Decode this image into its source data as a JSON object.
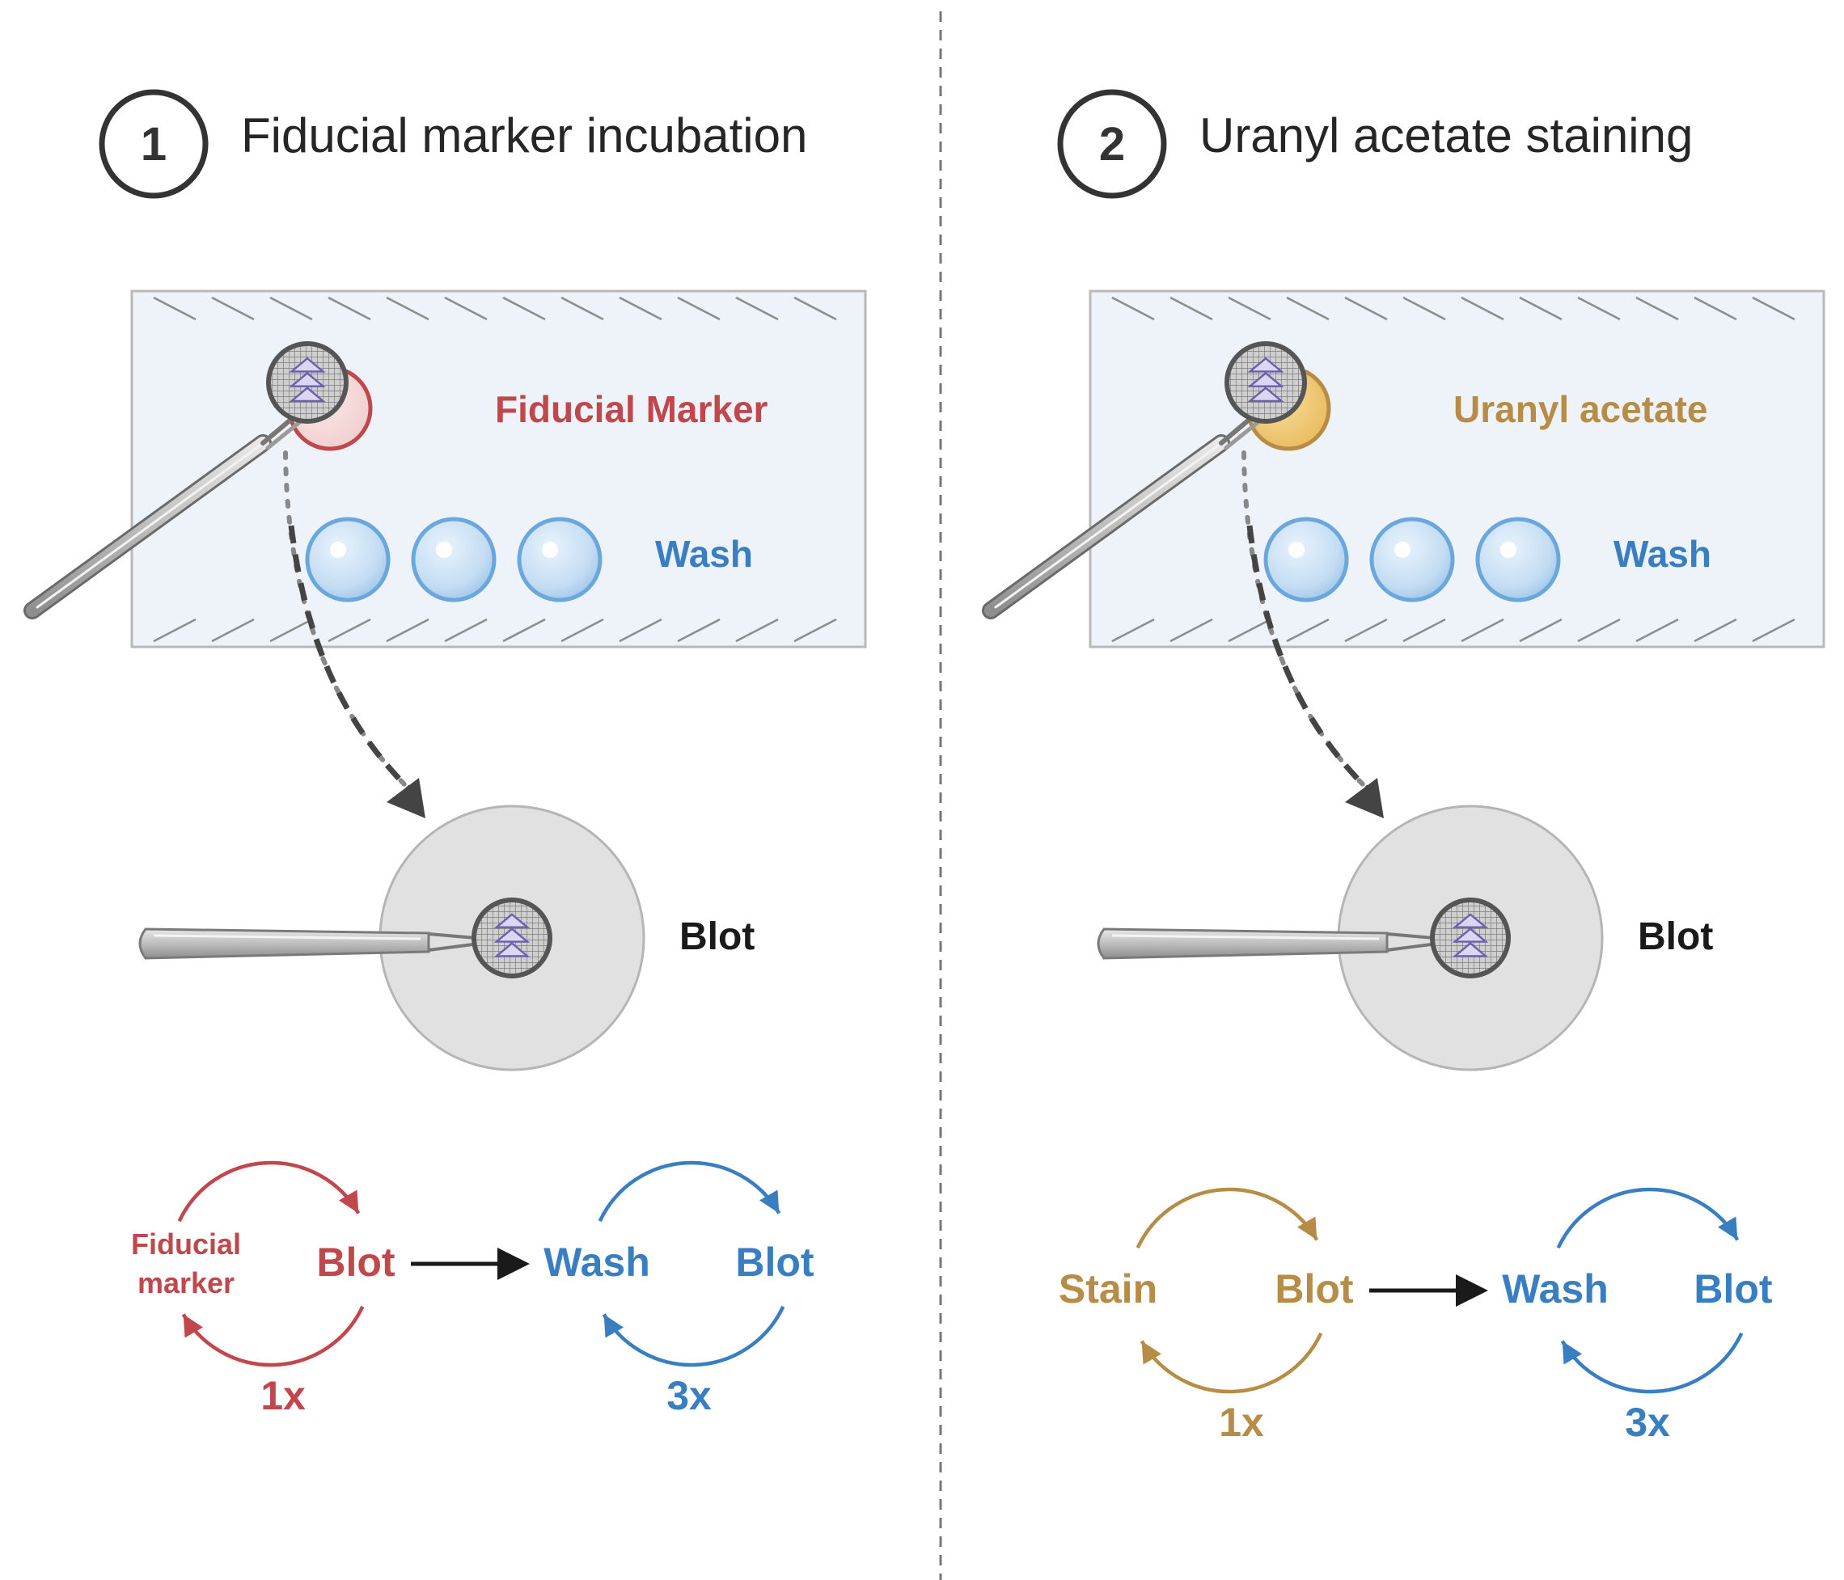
{
  "colors": {
    "fiducial": "#c0474c",
    "uranyl": "#b78c47",
    "wash": "#3a7ec2",
    "blot": "#1a1a1a",
    "divider": "#777777",
    "slide_fill": "#edf3f8",
    "slide_border": "#b9b9b9"
  },
  "panels": [
    {
      "step_number": "1",
      "title": "Fiducial marker incubation",
      "reagent_label": "Fiducial Marker",
      "wash_label": "Wash",
      "blot_label": "Blot",
      "cycle1": {
        "label_lines": [
          "Fiducial",
          "marker"
        ],
        "blot": "Blot",
        "count": "1x"
      },
      "cycle2": {
        "wash": "Wash",
        "blot": "Blot",
        "count": "3x"
      }
    },
    {
      "step_number": "2",
      "title": "Uranyl acetate staining",
      "reagent_label": "Uranyl acetate",
      "wash_label": "Wash",
      "blot_label": "Blot",
      "cycle1": {
        "label_lines": [
          "Stain"
        ],
        "blot": "Blot",
        "count": "1x"
      },
      "cycle2": {
        "wash": "Wash",
        "blot": "Blot",
        "count": "3x"
      }
    }
  ]
}
